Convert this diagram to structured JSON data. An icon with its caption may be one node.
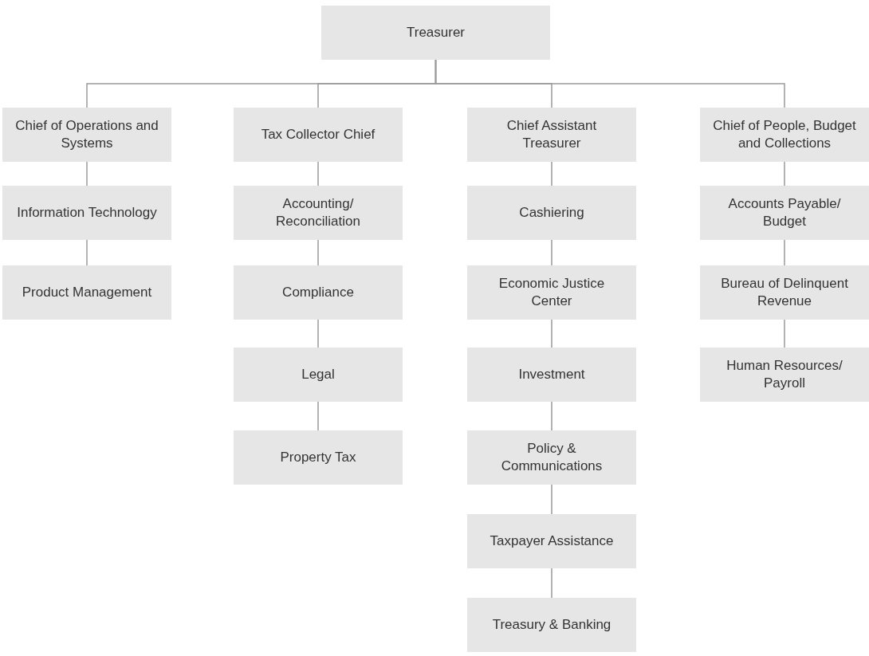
{
  "diagram": {
    "nodes": [
      {
        "text": [
          "Treasurer"
        ]
      },
      {
        "text": [
          "Chief of Operations and Systems"
        ]
      },
      {
        "text": [
          "Information Technology"
        ]
      },
      {
        "text": [
          "Product Management"
        ]
      },
      {
        "text": [
          "Tax Collector Chief"
        ]
      },
      {
        "text": [
          "Accounting/ Reconciliation"
        ]
      },
      {
        "text": [
          "Compliance"
        ]
      },
      {
        "text": [
          "Legal"
        ]
      },
      {
        "text": [
          "Property Tax"
        ]
      },
      {
        "text": [
          "Chief Assistant Treasurer"
        ]
      },
      {
        "text": [
          "Cashiering"
        ]
      },
      {
        "text": [
          "Economic Justice Center"
        ]
      },
      {
        "text": [
          "Investment"
        ]
      },
      {
        "text": [
          "Policy & Communications"
        ]
      },
      {
        "text": [
          "Taxpayer Assistance"
        ]
      },
      {
        "text": [
          "Treasury & Banking"
        ]
      },
      {
        "text": [
          "Chief of People, Budget and Collections"
        ]
      },
      {
        "text": [
          "Accounts Payable/ Budget"
        ]
      },
      {
        "text": [
          "Bureau of Delinquent Revenue"
        ]
      },
      {
        "text": [
          "Human Resources/ Payroll"
        ]
      }
    ],
    "edges": [
      {
        "from": 0,
        "to": 1,
        "arrow": "none"
      },
      {
        "from": 0,
        "to": 4,
        "arrow": "none"
      },
      {
        "from": 0,
        "to": 9,
        "arrow": "none"
      },
      {
        "from": 0,
        "to": 16,
        "arrow": "none"
      },
      {
        "from": 1,
        "to": 2,
        "arrow": "none"
      },
      {
        "from": 2,
        "to": 3,
        "arrow": "none"
      },
      {
        "from": 4,
        "to": 5,
        "arrow": "none"
      },
      {
        "from": 5,
        "to": 6,
        "arrow": "none"
      },
      {
        "from": 6,
        "to": 7,
        "arrow": "none"
      },
      {
        "from": 7,
        "to": 8,
        "arrow": "none"
      },
      {
        "from": 9,
        "to": 10,
        "arrow": "none"
      },
      {
        "from": 10,
        "to": 11,
        "arrow": "none"
      },
      {
        "from": 11,
        "to": 12,
        "arrow": "none"
      },
      {
        "from": 12,
        "to": 13,
        "arrow": "none"
      },
      {
        "from": 13,
        "to": 14,
        "arrow": "none"
      },
      {
        "from": 14,
        "to": 15,
        "arrow": "none"
      },
      {
        "from": 16,
        "to": 17,
        "arrow": "none"
      },
      {
        "from": 17,
        "to": 18,
        "arrow": "none"
      },
      {
        "from": 18,
        "to": 19,
        "arrow": "none"
      }
    ]
  }
}
